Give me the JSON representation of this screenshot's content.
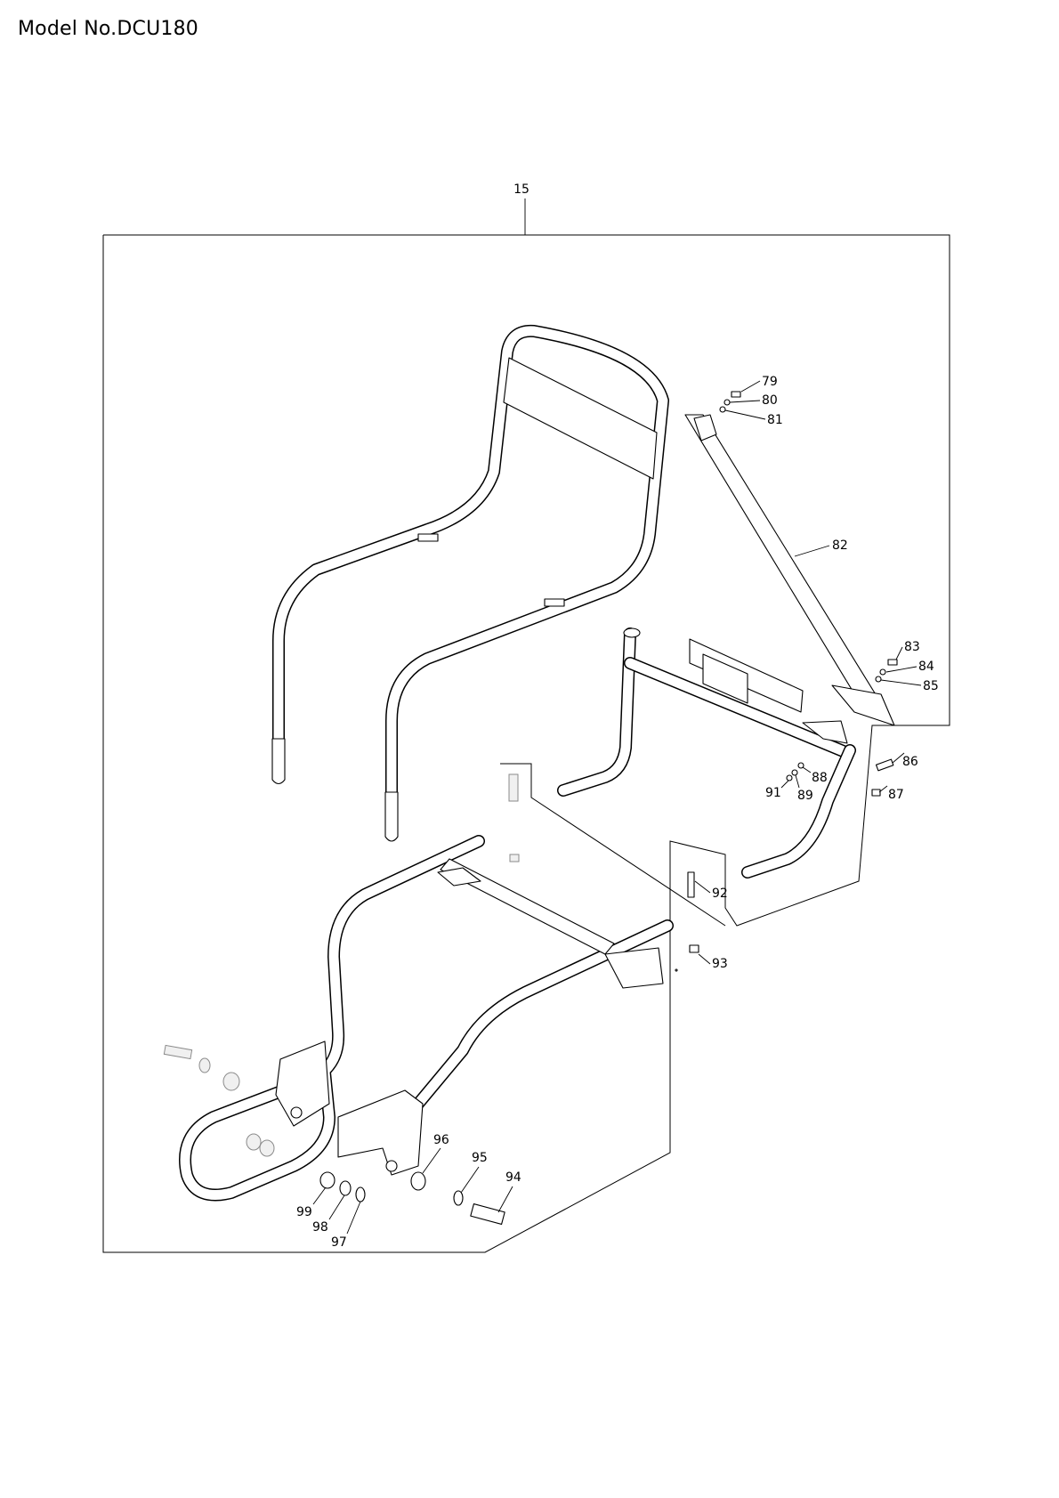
{
  "header": {
    "model_label": "Model No.DCU180"
  },
  "assembly": {
    "number": "15"
  },
  "callouts": [
    "79",
    "80",
    "81",
    "82",
    "83",
    "84",
    "85",
    "86",
    "87",
    "88",
    "89",
    "91",
    "92",
    "93",
    "94",
    "95",
    "96",
    "97",
    "98",
    "99"
  ]
}
